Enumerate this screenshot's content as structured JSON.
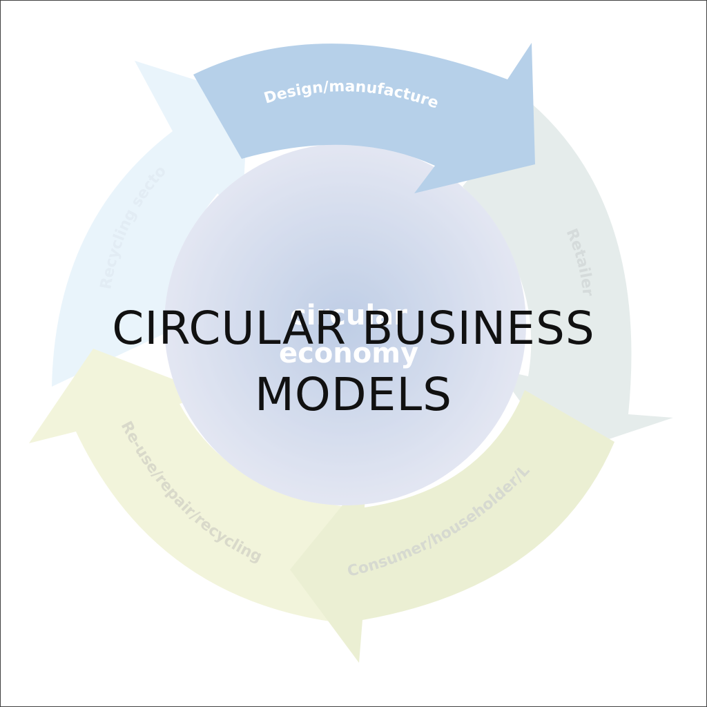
{
  "overlay": {
    "line1": "CIRCULAR BUSINESS",
    "line2": "MODELS"
  },
  "diagram": {
    "center_line1": "circular",
    "center_line2": "economy",
    "segments": [
      {
        "label": "Design/manufacture",
        "color": "#9ec1e2"
      },
      {
        "label": "Retailer",
        "color": "#dde6e4"
      },
      {
        "label": "Consumer/householder/LAs",
        "color": "#e5eac5"
      },
      {
        "label": "Re-use/repair/recycling",
        "color": "#eef1cf"
      },
      {
        "label": "Recycling sector",
        "color": "#e2f0fa"
      }
    ]
  }
}
